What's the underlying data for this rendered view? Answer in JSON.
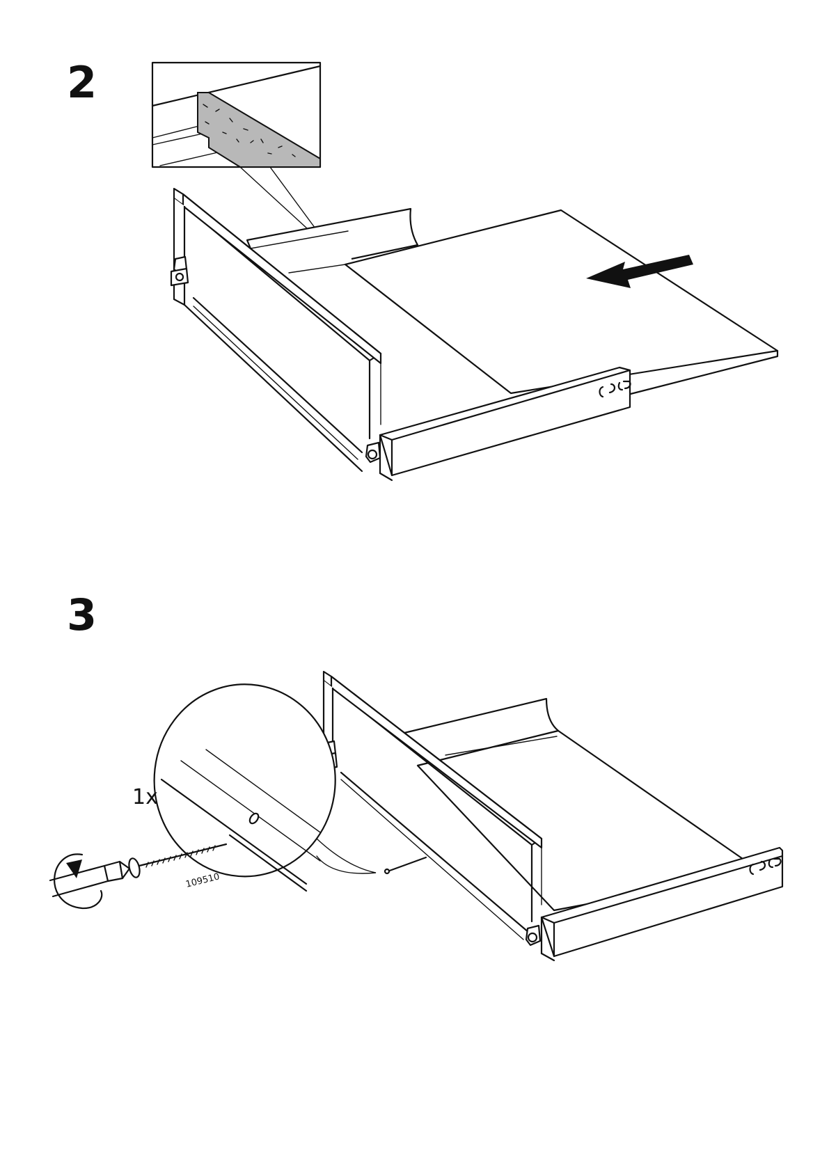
{
  "steps": [
    {
      "number": "2"
    },
    {
      "number": "3",
      "quantity": "1x",
      "part_code": "109510"
    }
  ],
  "icons": {
    "step2": [
      "detail-inset",
      "push-arrow",
      "drawer-front-fitting",
      "drawer-bottom-panel"
    ],
    "step3": [
      "screw-icon",
      "screwdriver-rotate-icon",
      "detail-magnifier-circle",
      "drawer-front-fitting"
    ]
  }
}
